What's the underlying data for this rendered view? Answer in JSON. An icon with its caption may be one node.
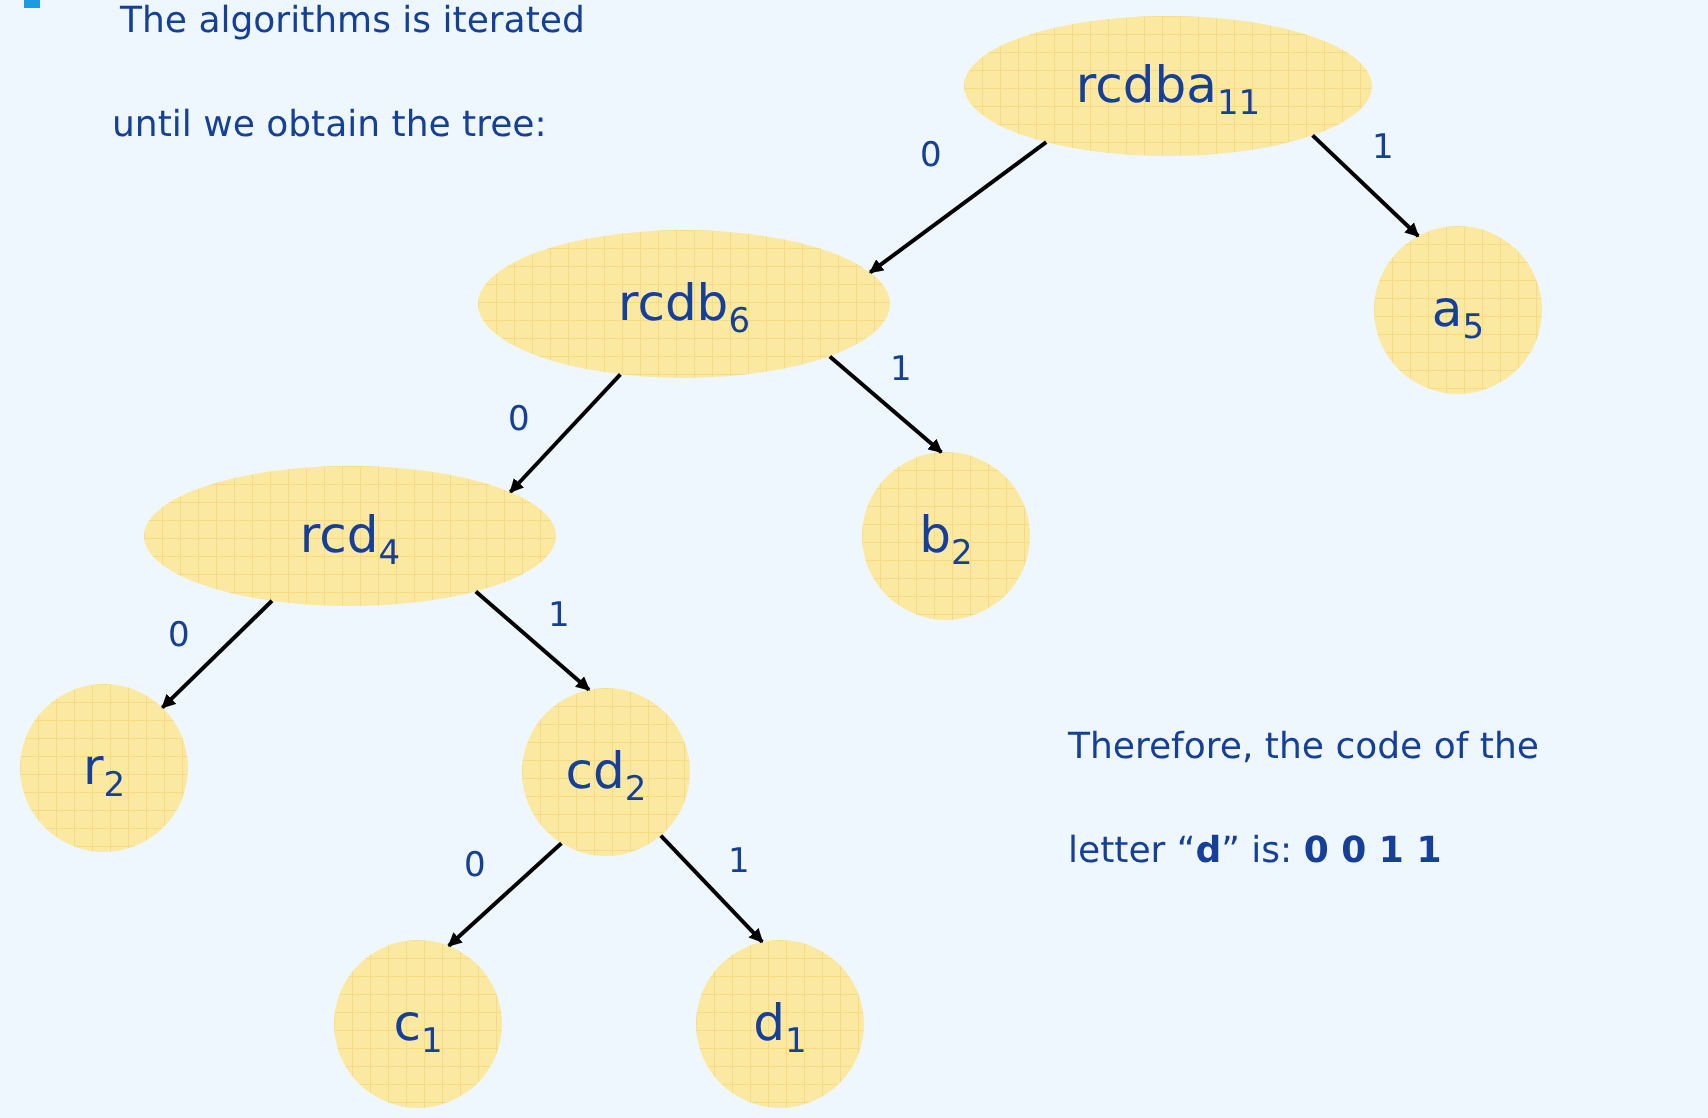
{
  "diagram": {
    "nodes": [
      {
        "text": [
          "rcdba$_{11}$"
        ]
      },
      {
        "text": [
          "a$_{5}$"
        ]
      },
      {
        "text": [
          "rcdb$_{6}$"
        ]
      },
      {
        "text": [
          "b$_{2}$"
        ]
      },
      {
        "text": [
          "rcd$_{4}$"
        ]
      },
      {
        "text": [
          "r$_{2}$"
        ]
      },
      {
        "text": [
          "cd$_{2}$"
        ]
      },
      {
        "text": [
          "c$_{1}$"
        ]
      },
      {
        "text": [
          "d$_{1}$"
        ]
      }
    ],
    "edges": [
      {
        "from": 0,
        "to": 2,
        "arrow": "to",
        "label": "0"
      },
      {
        "from": 0,
        "to": 1,
        "arrow": "to",
        "label": "1"
      },
      {
        "from": 2,
        "to": 4,
        "arrow": "to",
        "label": "0"
      },
      {
        "from": 2,
        "to": 3,
        "arrow": "to",
        "label": "1"
      },
      {
        "from": 4,
        "to": 5,
        "arrow": "to",
        "label": "0"
      },
      {
        "from": 4,
        "to": 6,
        "arrow": "to",
        "label": "1"
      },
      {
        "from": 6,
        "to": 7,
        "arrow": "to",
        "label": "0"
      },
      {
        "from": 6,
        "to": 8,
        "arrow": "to",
        "label": "1"
      }
    ],
    "labels": [
      "The algorithms is iterated",
      "until we obtain the tree:",
      "Therefore, the code of the letter “**d**” is: **0 0 1 1**"
    ]
  }
}
